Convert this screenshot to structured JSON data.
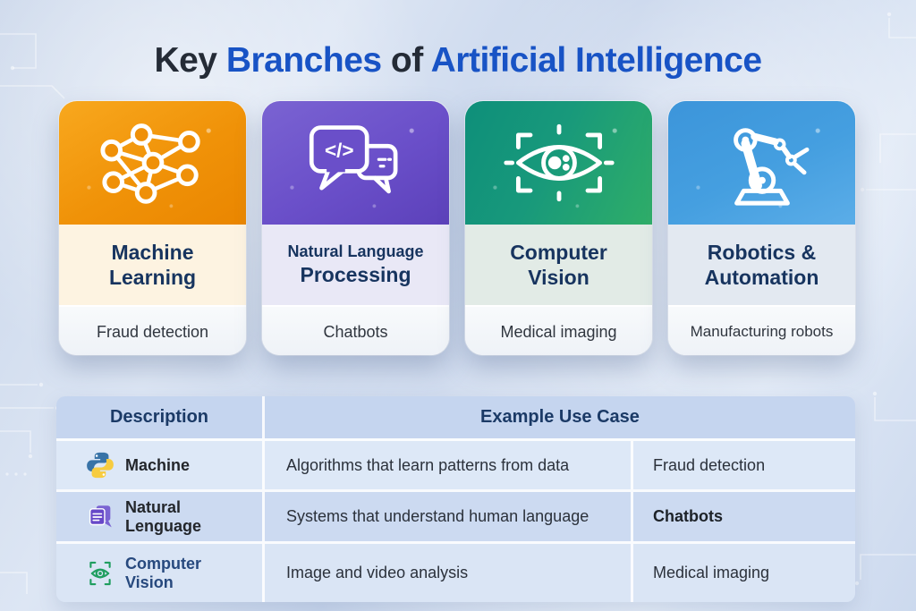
{
  "title": {
    "part1": "Key",
    "part2": "Branches",
    "part3": "of",
    "part4": "Artificial Intelligence"
  },
  "colors": {
    "title_dark": "#242B36",
    "title_accent": "#1853C5",
    "card_title_navy": "#17345F",
    "machine_learning_orange": "#F09208",
    "nlp_purple": "#6A4FC9",
    "computer_vision_green": "#18997B",
    "robotics_blue": "#3F9ADC",
    "table_header_bg": "#C5D5EF"
  },
  "cards": [
    {
      "icon": "neural-network-icon",
      "title_line1": "Machine",
      "title_line2": "Learning",
      "example": "Fraud detection"
    },
    {
      "icon": "chat-code-icon",
      "title_line1": "Natural Language",
      "title_line2": "Processing",
      "example": "Chatbots"
    },
    {
      "icon": "vision-eye-icon",
      "title_line1": "Computer",
      "title_line2": "Vision",
      "example": "Medical imaging"
    },
    {
      "icon": "robot-arm-icon",
      "title_line1": "Robotics &",
      "title_line2": "Automation",
      "example": "Manufacturing robots"
    }
  ],
  "table": {
    "headers": {
      "col1": "Description",
      "col2": "Example Use Case"
    },
    "rows": [
      {
        "icon": "python-icon",
        "label_line1": "Machine",
        "label_line2": "",
        "description": "Algorithms that learn patterns from data",
        "use_case": "Fraud detection"
      },
      {
        "icon": "chat-documents-icon",
        "label_line1": "Natural",
        "label_line2": "Lenguage",
        "description": "Systems that understand human language",
        "use_case": "Chatbots"
      },
      {
        "icon": "eye-scan-icon",
        "label_line1": "Computer",
        "label_line2": "Vision",
        "description": "Image and video analysis",
        "use_case": "Medical imaging"
      }
    ]
  }
}
